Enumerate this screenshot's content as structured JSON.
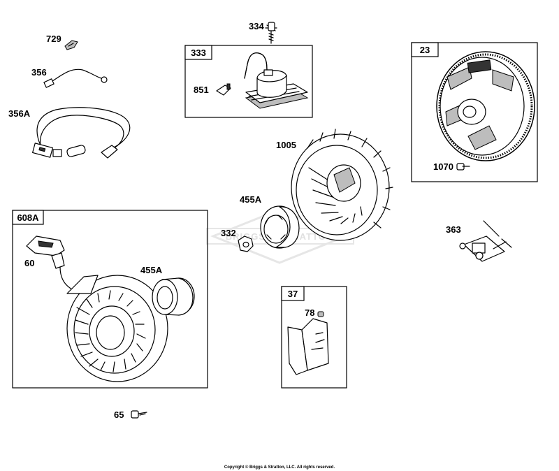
{
  "watermark": "BRIGGS & STRATTON",
  "copyright": "Copyright © Briggs & Stratton, LLC. All rights reserved.",
  "boxes": {
    "b333": "333",
    "b23": "23",
    "b608A": "608A",
    "b37": "37"
  },
  "labels": {
    "l729": "729",
    "l356": "356",
    "l356A": "356A",
    "l334": "334",
    "l851": "851",
    "l1005": "1005",
    "l1070": "1070",
    "l455A_top": "455A",
    "l332": "332",
    "l363": "363",
    "l60": "60",
    "l455A_box": "455A",
    "l78": "78",
    "l65": "65"
  }
}
